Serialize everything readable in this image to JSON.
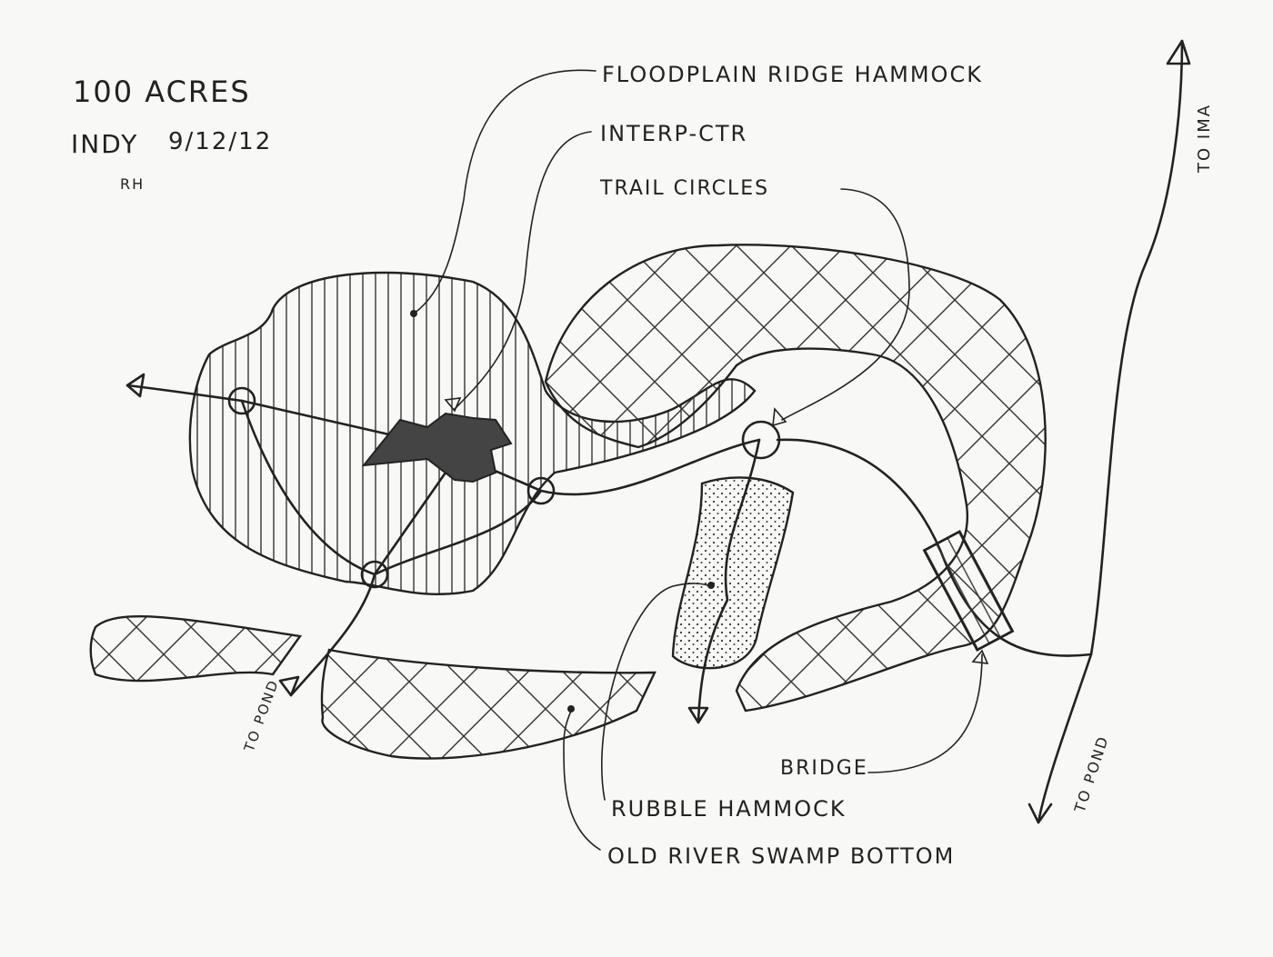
{
  "header": {
    "title": "100 ACRES",
    "place": "INDY",
    "date": "9/12/12",
    "initials": "RH"
  },
  "labels": {
    "floodplain": "FLOODPLAIN RIDGE HAMMOCK",
    "interp": "INTERP-CTR",
    "trail": "TRAIL CIRCLES",
    "to_ima": "TO IMA",
    "to_pond_left": "TO POND",
    "to_pond_right": "TO POND",
    "bridge": "BRIDGE",
    "rubble": "RUBBLE HAMMOCK",
    "swamp": "OLD RIVER SWAMP BOTTOM"
  },
  "colors": {
    "ink": "#222222",
    "paper": "#f8f8f6"
  }
}
